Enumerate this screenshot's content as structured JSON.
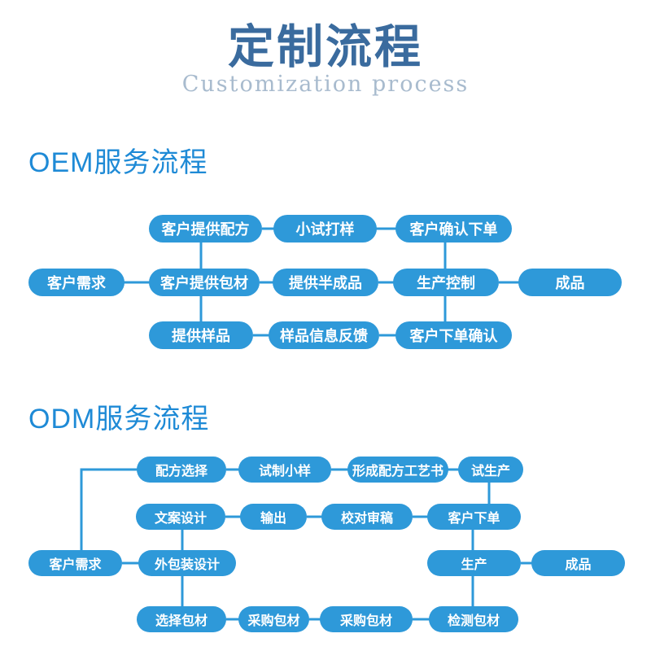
{
  "header": {
    "title": "定制流程",
    "subtitle": "Customization process"
  },
  "colors": {
    "title_blue": "#3a6b9e",
    "subtitle_blue": "#a8bbce",
    "heading_blue": "#1e8ad6",
    "node_blue": "#2e99d9",
    "node_text": "#ffffff"
  },
  "oem": {
    "heading": "OEM服务流程",
    "nodes": [
      {
        "label": "客户提供配方"
      },
      {
        "label": "小试打样"
      },
      {
        "label": "客户确认下单"
      },
      {
        "label": "客户需求"
      },
      {
        "label": "客户提供包材"
      },
      {
        "label": "提供半成品"
      },
      {
        "label": "生产控制"
      },
      {
        "label": "成品"
      },
      {
        "label": "提供样品"
      },
      {
        "label": "样品信息反馈"
      },
      {
        "label": "客户下单确认"
      }
    ]
  },
  "odm": {
    "heading": "ODM服务流程",
    "nodes": [
      {
        "label": "配方选择"
      },
      {
        "label": "试制小样"
      },
      {
        "label": "形成配方工艺书"
      },
      {
        "label": "试生产"
      },
      {
        "label": "文案设计"
      },
      {
        "label": "输出"
      },
      {
        "label": "校对审稿"
      },
      {
        "label": "客户下单"
      },
      {
        "label": "客户需求"
      },
      {
        "label": "外包装设计"
      },
      {
        "label": "生产"
      },
      {
        "label": "成品"
      },
      {
        "label": "选择包材"
      },
      {
        "label": "采购包材"
      },
      {
        "label": "采购包材"
      },
      {
        "label": "检测包材"
      }
    ]
  }
}
